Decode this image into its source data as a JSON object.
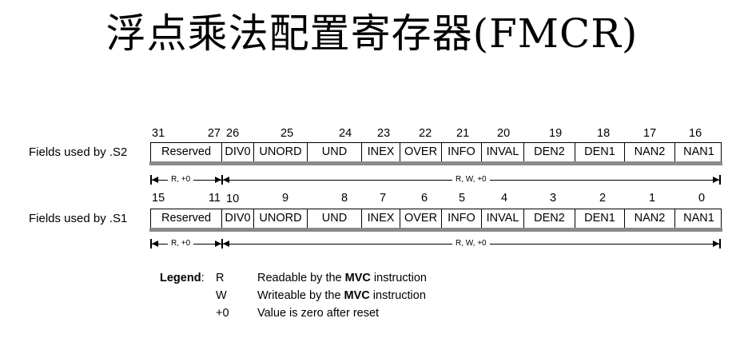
{
  "title": "浮点乘法配置寄存器(FMCR)",
  "rows": [
    {
      "label": "Fields used by .S2",
      "bit_numbers": [
        "31",
        "27",
        "26",
        "25",
        "24",
        "23",
        "22",
        "21",
        "20",
        "19",
        "18",
        "17",
        "16"
      ],
      "fields": [
        "Reserved",
        "DIV0",
        "UNORD",
        "UND",
        "INEX",
        "OVER",
        "INFO",
        "INVAL",
        "DEN2",
        "DEN1",
        "NAN2",
        "NAN1"
      ],
      "access_left": "R, +0",
      "access_right": "R, W, +0"
    },
    {
      "label": "Fields used by .S1",
      "bit_numbers": [
        "15",
        "11",
        "10",
        "9",
        "8",
        "7",
        "6",
        "5",
        "4",
        "3",
        "2",
        "1",
        "0"
      ],
      "fields": [
        "Reserved",
        "DIV0",
        "UNORD",
        "UND",
        "INEX",
        "OVER",
        "INFO",
        "INVAL",
        "DEN2",
        "DEN1",
        "NAN2",
        "NAN1"
      ],
      "access_left": "R, +0",
      "access_right": "R, W, +0"
    }
  ],
  "legend": {
    "title": "Legend",
    "entries": [
      {
        "code": "R",
        "text_before": "Readable by the ",
        "bold": "MVC",
        "text_after": " instruction"
      },
      {
        "code": "W",
        "text_before": "Writeable by the ",
        "bold": "MVC",
        "text_after": " instruction"
      },
      {
        "code": "+0",
        "text_before": "Value is zero after reset",
        "bold": "",
        "text_after": ""
      }
    ]
  }
}
